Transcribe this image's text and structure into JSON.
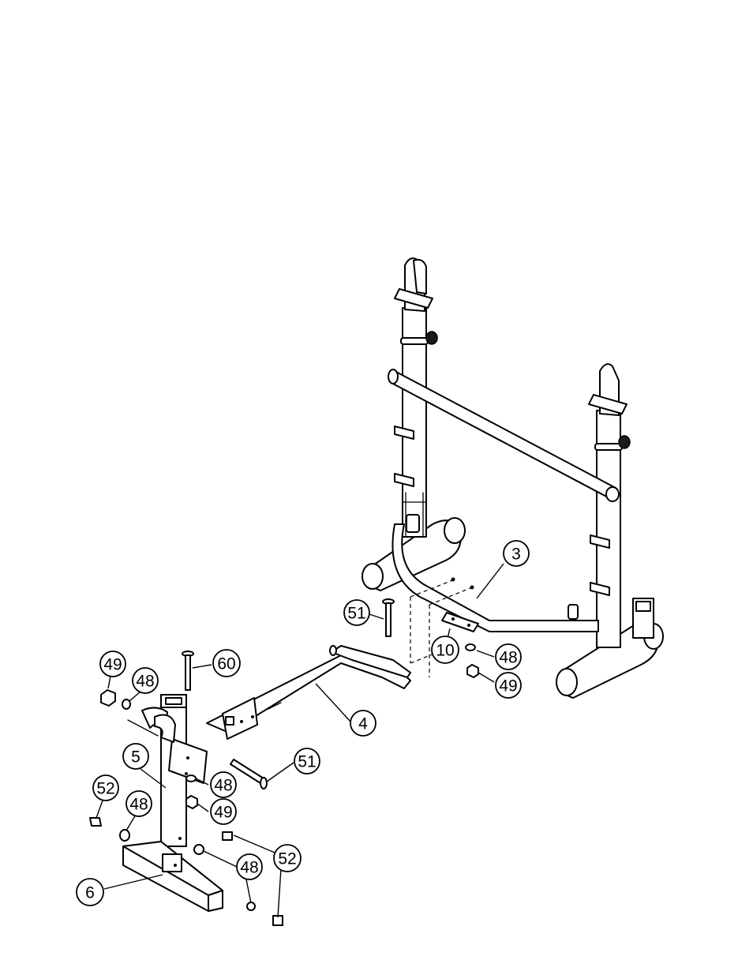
{
  "diagram": {
    "callouts": {
      "c49a": "49",
      "c48a": "48",
      "c60": "60",
      "c51a": "51",
      "c3": "3",
      "c10": "10",
      "c48b": "48",
      "c49b": "49",
      "c4": "4",
      "c5": "5",
      "c51b": "51",
      "c48c": "48",
      "c49c": "49",
      "c52a": "52",
      "c48d": "48",
      "c52b": "52",
      "c48e": "48",
      "c6": "6"
    }
  }
}
